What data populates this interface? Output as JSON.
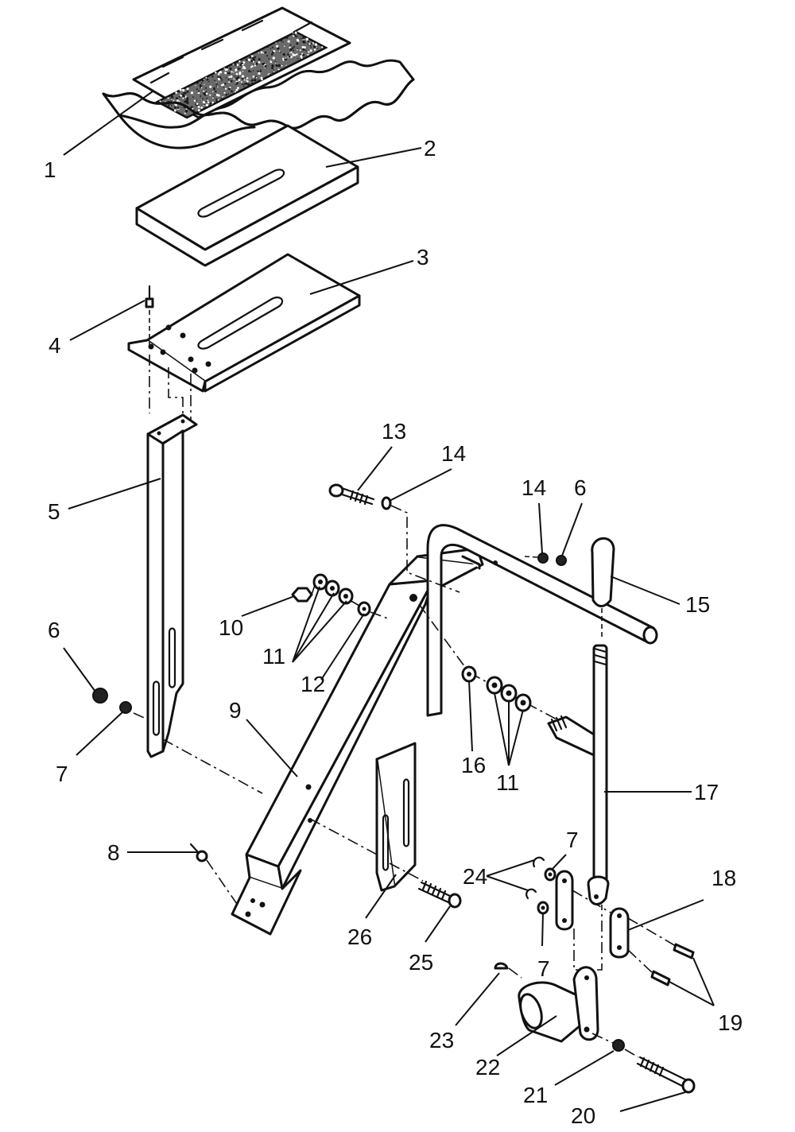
{
  "callouts": {
    "c1": "1",
    "c2": "2",
    "c3": "3",
    "c4": "4",
    "c5": "5",
    "c6a": "6",
    "c6b": "6",
    "c7a": "7",
    "c7b": "7",
    "c7c": "7",
    "c8": "8",
    "c9": "9",
    "c10": "10",
    "c11a": "11",
    "c11b": "11",
    "c12": "12",
    "c13": "13",
    "c14a": "14",
    "c14b": "14",
    "c15": "15",
    "c16": "16",
    "c17": "17",
    "c18": "18",
    "c19": "19",
    "c20": "20",
    "c21": "21",
    "c22": "22",
    "c23": "23",
    "c24": "24",
    "c25": "25",
    "c26": "26"
  },
  "colors": {
    "ink": "#111111",
    "background": "#ffffff",
    "mat_texture": "#555555"
  }
}
